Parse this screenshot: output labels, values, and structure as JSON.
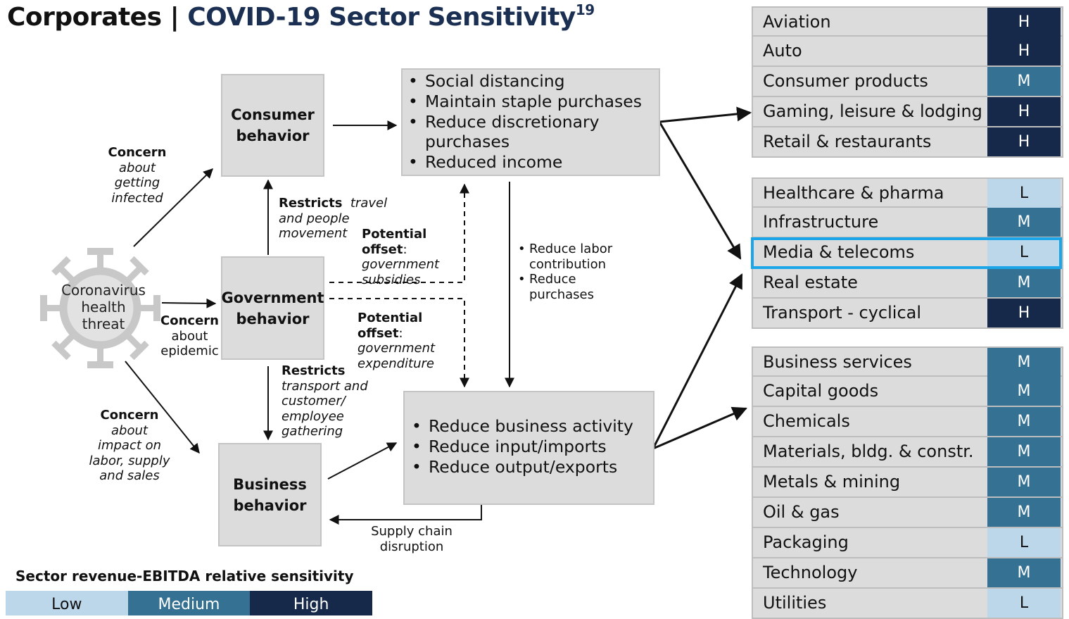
{
  "title": {
    "part1": "Corporates",
    "separator": "|",
    "part2": "COVID-19 Sector Sensitivity",
    "superscript": "19"
  },
  "colors": {
    "high": "#16294a",
    "medium": "#347193",
    "low": "#bcd7ea",
    "highlight": "#1aa6e8",
    "title_blue": "#1a2f52"
  },
  "diagram": {
    "threat": {
      "icon": "virus-icon",
      "lines": [
        "Coronavirus",
        "health",
        "threat"
      ]
    },
    "consumer_box": {
      "lines": [
        "Consumer",
        "behavior"
      ]
    },
    "government_box": {
      "lines": [
        "Government",
        "behavior"
      ]
    },
    "business_box": {
      "lines": [
        "Business",
        "behavior"
      ]
    },
    "consumer_effects": [
      "Social distancing",
      "Maintain staple purchases",
      "Reduce discretionary purchases",
      "Reduced income"
    ],
    "business_effects": [
      "Reduce business activity",
      "Reduce input/imports",
      "Reduce output/exports"
    ],
    "concern_infected": {
      "bold": "Concern",
      "rest": [
        "about",
        "getting",
        "infected"
      ]
    },
    "concern_epidemic": {
      "bold": "Concern",
      "rest": [
        "about",
        "epidemic"
      ]
    },
    "concern_impact": {
      "bold": "Concern",
      "rest": [
        "about",
        "impact on",
        "labor, supply",
        "and sales"
      ]
    },
    "restricts_travel": {
      "bold": "Restricts",
      "first_rest": "travel",
      "rest": [
        "and people",
        "movement"
      ]
    },
    "restricts_transport": {
      "bold": "Restricts",
      "rest": [
        "transport and",
        "customer/",
        "employee",
        "gathering"
      ]
    },
    "offset_subsidies": {
      "bold": "Potential offset",
      "colon": ":",
      "rest": [
        "government",
        "subsidies"
      ]
    },
    "offset_expenditure": {
      "bold": "Potential offset",
      "colon": ":",
      "rest": [
        "government",
        "expenditure"
      ]
    },
    "labor_effects": [
      "Reduce labor contribution",
      "Reduce purchases"
    ],
    "supply_chain": [
      "Supply chain",
      "disruption"
    ]
  },
  "sector_groups": [
    [
      {
        "name": "Aviation",
        "level": "H"
      },
      {
        "name": "Auto",
        "level": "H"
      },
      {
        "name": "Consumer products",
        "level": "M"
      },
      {
        "name": "Gaming, leisure & lodging",
        "level": "H"
      },
      {
        "name": "Retail & restaurants",
        "level": "H"
      }
    ],
    [
      {
        "name": "Healthcare & pharma",
        "level": "L"
      },
      {
        "name": "Infrastructure",
        "level": "M"
      },
      {
        "name": "Media & telecoms",
        "level": "L",
        "highlighted": true
      },
      {
        "name": "Real estate",
        "level": "M"
      },
      {
        "name": "Transport - cyclical",
        "level": "H"
      }
    ],
    [
      {
        "name": "Business services",
        "level": "M"
      },
      {
        "name": "Capital goods",
        "level": "M"
      },
      {
        "name": "Chemicals",
        "level": "M"
      },
      {
        "name": "Materials, bldg. & constr.",
        "level": "M"
      },
      {
        "name": "Metals & mining",
        "level": "M"
      },
      {
        "name": "Oil & gas",
        "level": "M"
      },
      {
        "name": "Packaging",
        "level": "L"
      },
      {
        "name": "Technology",
        "level": "M"
      },
      {
        "name": "Utilities",
        "level": "L"
      }
    ]
  ],
  "legend": {
    "title": "Sector revenue-EBITDA relative sensitivity",
    "items": [
      {
        "label": "Low",
        "level": "L"
      },
      {
        "label": "Medium",
        "level": "M"
      },
      {
        "label": "High",
        "level": "H"
      }
    ]
  }
}
